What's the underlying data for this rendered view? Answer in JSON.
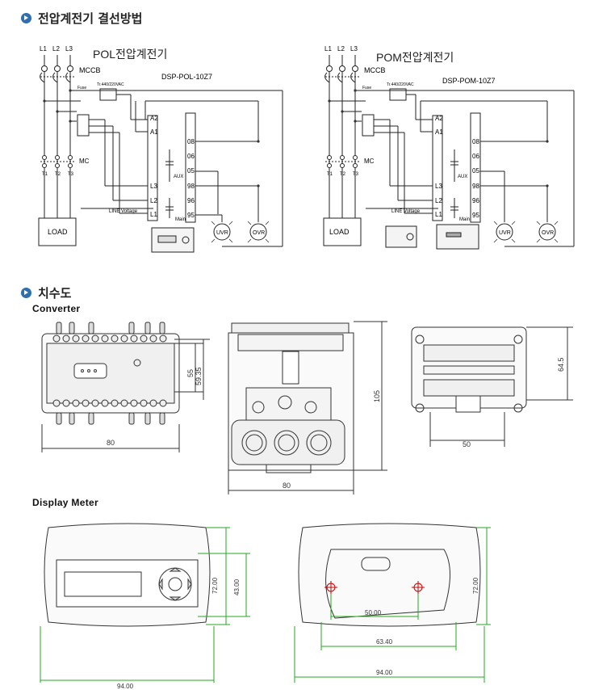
{
  "sections": {
    "wiring_title": "전압계전기 결선방법",
    "dimensions_title": "치수도",
    "converter_label": "Converter",
    "display_meter_label": "Display Meter"
  },
  "diagram_left": {
    "title": "POL전압계전기",
    "model": "DSP-POL-10Z7",
    "lines": [
      "L1",
      "L2",
      "L3"
    ],
    "mccb": "MCCB",
    "mc": "MC",
    "load": "LOAD",
    "fuse": "Fuse",
    "tr": "Tr.440/220VAC",
    "terminals_left": [
      "A2",
      "A1",
      "L3",
      "L2",
      "L1"
    ],
    "terminals_right": [
      "08",
      "06",
      "05",
      "98",
      "96",
      "95"
    ],
    "aux": "AUX",
    "main": "Main",
    "line_voltage": "LINE Voltage",
    "outputs": [
      "T1",
      "T2",
      "T3"
    ],
    "uvr": "UVR",
    "ovr": "OVR"
  },
  "diagram_right": {
    "title": "POM전압계전기",
    "model": "DSP-POM-10Z7",
    "lines": [
      "L1",
      "L2",
      "L3"
    ],
    "mccb": "MCCB",
    "mc": "MC",
    "load": "LOAD",
    "fuse": "Fuse",
    "tr": "Tr.440/220VAC",
    "terminals_left": [
      "A2",
      "A1",
      "L3",
      "L2",
      "L1"
    ],
    "terminals_right": [
      "08",
      "06",
      "05",
      "98",
      "96",
      "95"
    ],
    "aux": "AUX",
    "main": "Main",
    "line_voltage": "LINE Voltage",
    "outputs": [
      "T1",
      "T2",
      "T3"
    ],
    "uvr": "UVR",
    "ovr": "OVR"
  },
  "converter_dims": {
    "front_width": "80",
    "front_h1": "55",
    "front_h2": "59.35",
    "side_height": "105",
    "side_width": "80",
    "back_height": "64.5",
    "back_width": "50"
  },
  "display_dims": {
    "front_height_outer": "72.00",
    "front_height_inner": "43.00",
    "front_width": "94.00",
    "back_height": "72.00",
    "hole_spacing": "50.00",
    "back_inner_width": "63.40",
    "back_width": "94.00"
  }
}
